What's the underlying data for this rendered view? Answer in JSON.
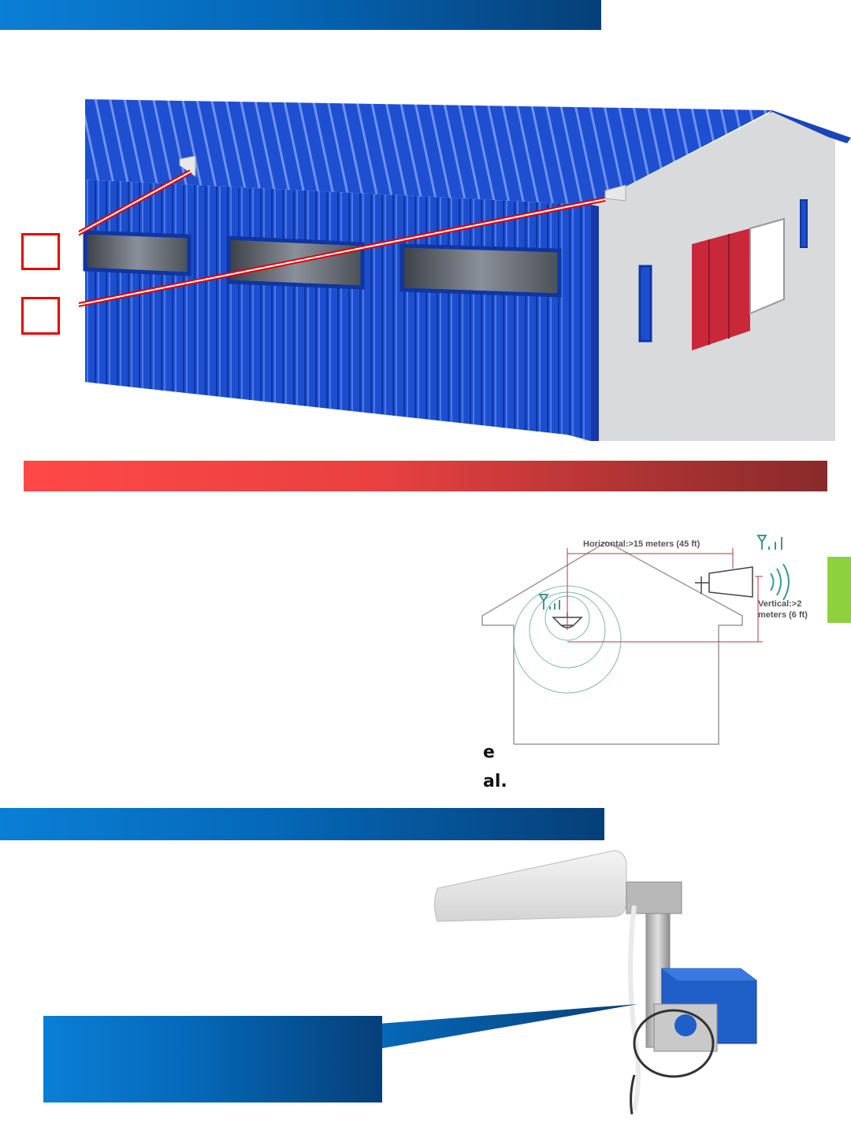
{
  "colors": {
    "accent_blue": "#0568b8",
    "accent_red": "#e84040",
    "callout_red": "#e60000",
    "tab_green": "#8ed13f"
  },
  "diagram": {
    "horizontal_label": "Horizontal:>15 meters (45 ft)",
    "vertical_label_line1": "Vertical:>2",
    "vertical_label_line2": "meters (6 ft)"
  },
  "text_fragments": {
    "line1": "e",
    "line2": "al."
  },
  "icons": {
    "signal": "signal-bars-icon",
    "waves": "radio-waves-icon"
  }
}
